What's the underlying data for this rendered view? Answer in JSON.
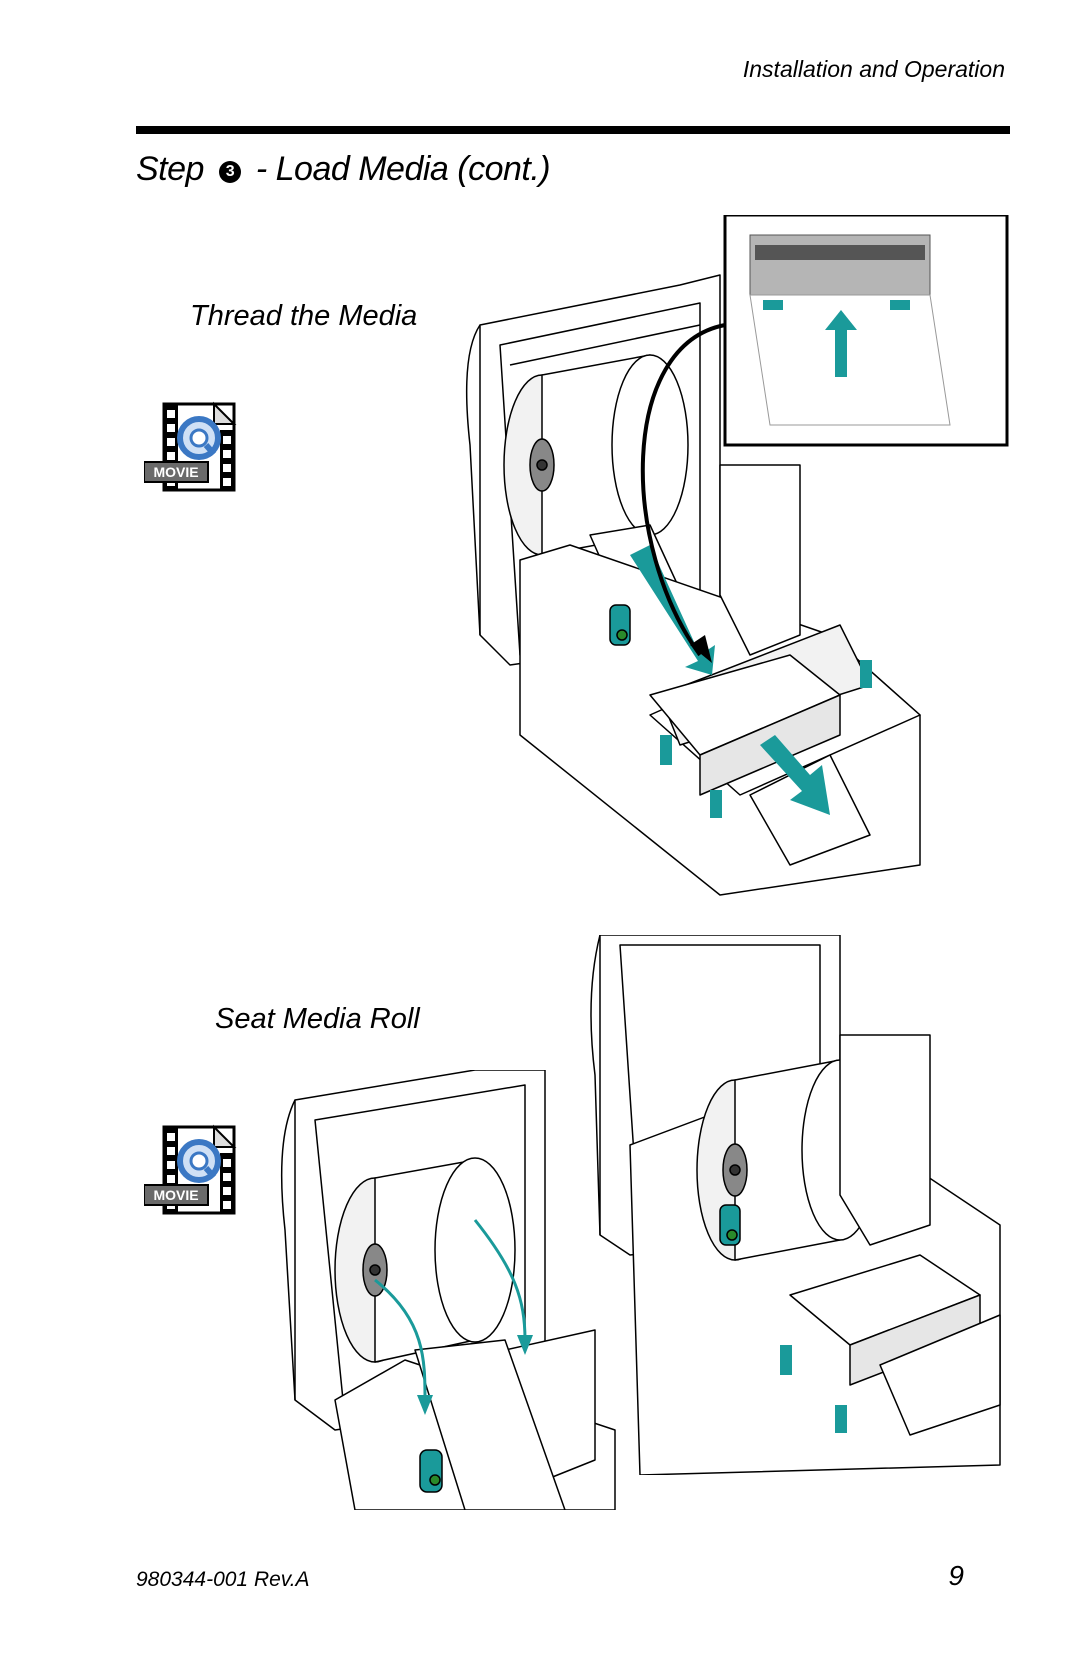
{
  "header": {
    "section": "Installation and Operation"
  },
  "step": {
    "prefix": "Step",
    "number": "3",
    "title": "- Load Media (cont.)"
  },
  "sections": {
    "thread": {
      "heading": "Thread the Media",
      "movie_label": "MOVIE"
    },
    "seat": {
      "heading": "Seat Media Roll",
      "movie_label": "MOVIE"
    }
  },
  "footer": {
    "doc_id": "980344-001 Rev.A",
    "page_number": "9"
  },
  "colors": {
    "accent": "#1a9a9a",
    "line": "#000000",
    "icon_blue": "#3b78c4"
  },
  "icons": [
    "movie-icon",
    "movie-icon"
  ]
}
